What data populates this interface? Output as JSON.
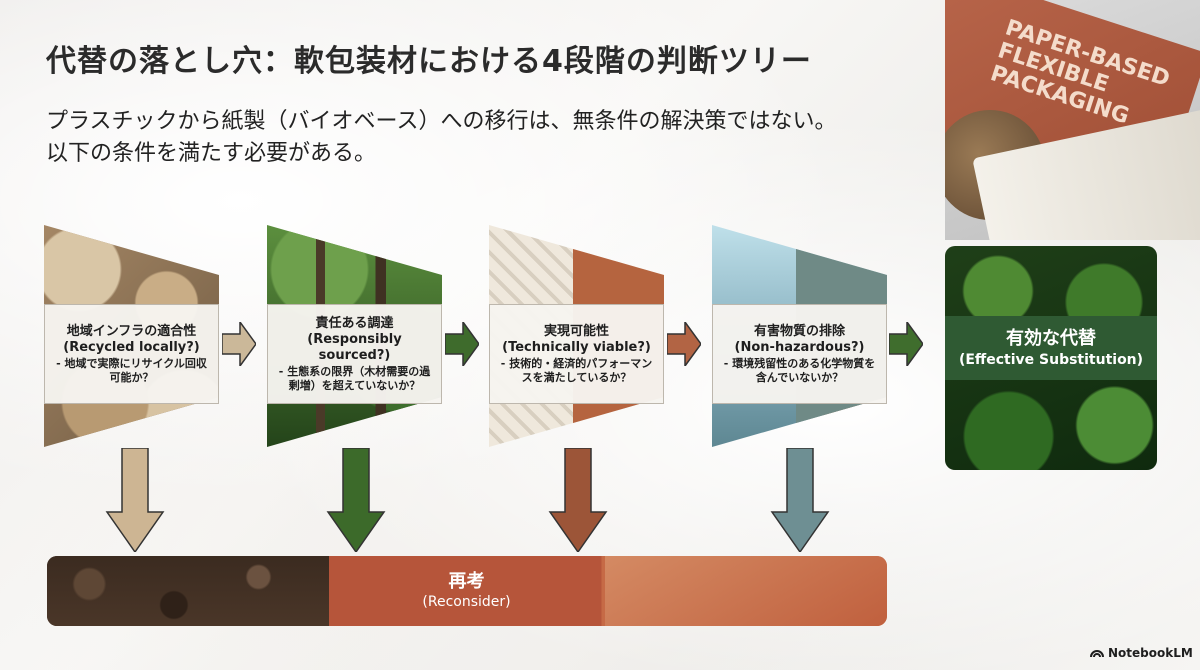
{
  "title": "代替の落とし穴：軟包装材における4段階の判断ツリー",
  "subtitle": {
    "line1": "プラスチックから紙製（バイオベース）への移行は、無条件の解決策ではない。",
    "line2": "以下の条件を満たす必要がある。"
  },
  "photo": {
    "text": "PAPER-BASED FLEXIBLE PACKAGING"
  },
  "stages": [
    {
      "jp": "地域インフラの適合性",
      "en": "(Recycled locally?)",
      "q": "- 地域で実際にリサイクル回収可能か？"
    },
    {
      "jp": "責任ある調達",
      "en": "(Responsibly sourced?)",
      "q": "- 生態系の限界（木材需要の過剰増）を超えていないか？"
    },
    {
      "jp": "実現可能性",
      "en": "(Technically viable?)",
      "q": "- 技術的・経済的パフォーマンスを満たしているか？"
    },
    {
      "jp": "有害物質の排除",
      "en": "(Non-hazardous?)",
      "q": "- 環境残留性のある化学物質を含んでいないか？"
    }
  ],
  "result": {
    "jp": "有効な代替",
    "en": "(Effective Substitution)"
  },
  "reconsider": {
    "jp": "再考",
    "en": "(Reconsider)"
  },
  "brand": "NotebookLM",
  "colors": {
    "result_band": "#2f5a33",
    "reconsider_mid": "#b6553a"
  }
}
